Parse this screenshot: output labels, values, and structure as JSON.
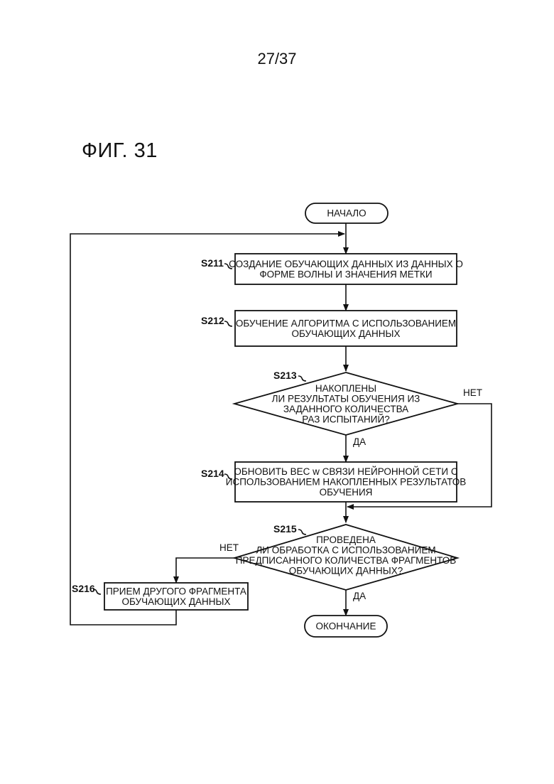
{
  "page_number": "27/37",
  "figure_title": "ФИГ. 31",
  "nodes": {
    "start": {
      "lines": [
        "НАЧАЛО"
      ]
    },
    "s211": {
      "step": "S211",
      "lines": [
        "СОЗДАНИЕ ОБУЧАЮЩИХ ДАННЫХ ИЗ ДАННЫХ О",
        "ФОРМЕ ВОЛНЫ И ЗНАЧЕНИЯ МЕТКИ"
      ]
    },
    "s212": {
      "step": "S212",
      "lines": [
        "ОБУЧЕНИЕ АЛГОРИТМА С ИСПОЛЬЗОВАНИЕМ",
        "ОБУЧАЮЩИХ ДАННЫХ"
      ]
    },
    "s213": {
      "step": "S213",
      "lines": [
        "НАКОПЛЕНЫ",
        "ЛИ РЕЗУЛЬТАТЫ ОБУЧЕНИЯ ИЗ",
        "ЗАДАННОГО КОЛИЧЕСТВА",
        "РАЗ ИСПЫТАНИЙ?"
      ]
    },
    "s214": {
      "step": "S214",
      "lines": [
        "ОБНОВИТЬ ВЕС w СВЯЗИ НЕЙРОННОЙ СЕТИ С",
        "ИСПОЛЬЗОВАНИЕМ НАКОПЛЕННЫХ РЕЗУЛЬТАТОВ",
        "ОБУЧЕНИЯ"
      ]
    },
    "s215": {
      "step": "S215",
      "lines": [
        "ПРОВЕДЕНА",
        "ЛИ ОБРАБОТКА С ИСПОЛЬЗОВАНИЕМ",
        "ПРЕДПИСАННОГО КОЛИЧЕСТВА ФРАГМЕНТОВ",
        "ОБУЧАЮЩИХ ДАННЫХ?"
      ]
    },
    "s216": {
      "step": "S216",
      "lines": [
        "ПРИЕМ ДРУГОГО ФРАГМЕНТА",
        "ОБУЧАЮЩИХ ДАННЫХ"
      ]
    },
    "end": {
      "lines": [
        "ОКОНЧАНИЕ"
      ]
    }
  },
  "edge_labels": {
    "s213_no": "НЕТ",
    "s213_yes": "ДА",
    "s215_no": "НЕТ",
    "s215_yes": "ДА"
  }
}
